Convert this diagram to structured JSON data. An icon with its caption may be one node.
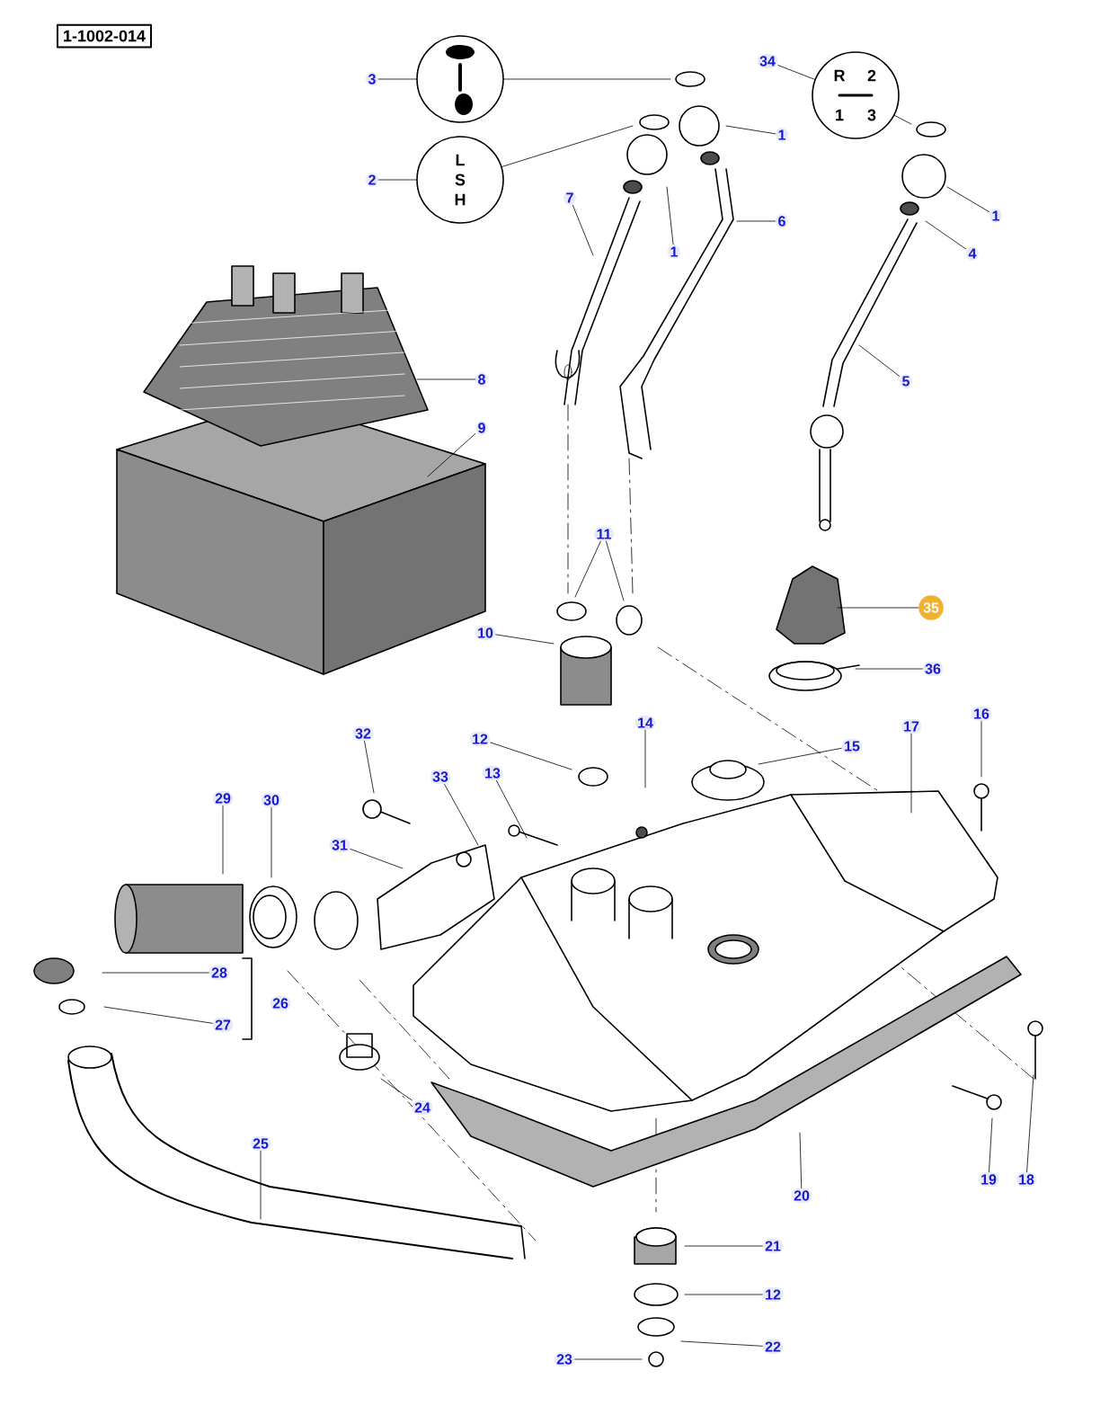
{
  "diagram": {
    "nodes": [
      {
        "text": [
          "1-1002-014"
        ]
      },
      {
        "text": [],
        "shape": "circle"
      },
      {
        "text": [
          "L S H"
        ]
      },
      {
        "text": [
          "R",
          "2",
          "1",
          "3"
        ]
      },
      {
        "text": [
          "3"
        ]
      },
      {
        "text": [
          "2"
        ]
      },
      {
        "text": [
          "34"
        ]
      },
      {
        "text": [
          "1"
        ]
      },
      {
        "text": [
          "7"
        ]
      },
      {
        "text": [
          "1"
        ]
      },
      {
        "text": [
          "6"
        ]
      },
      {
        "text": [
          "1"
        ]
      },
      {
        "text": [
          "4"
        ]
      },
      {
        "text": [
          "5"
        ]
      },
      {
        "text": [
          "8"
        ]
      },
      {
        "text": [
          "9"
        ]
      },
      {
        "text": [
          "11"
        ]
      },
      {
        "text": [
          "10"
        ]
      },
      {
        "text": [
          "35"
        ]
      },
      {
        "text": [
          "36"
        ]
      },
      {
        "text": [
          "16"
        ]
      },
      {
        "text": [
          "14"
        ]
      },
      {
        "text": [
          "15"
        ]
      },
      {
        "text": [
          "17"
        ]
      },
      {
        "text": [
          "32"
        ]
      },
      {
        "text": [
          "12"
        ]
      },
      {
        "text": [
          "13"
        ]
      },
      {
        "text": [
          "33"
        ]
      },
      {
        "text": [
          "29"
        ]
      },
      {
        "text": [
          "30"
        ]
      },
      {
        "text": [
          "31"
        ]
      },
      {
        "text": [
          "28"
        ]
      },
      {
        "text": [
          "27"
        ]
      },
      {
        "text": [
          "24"
        ]
      },
      {
        "text": [
          "25"
        ]
      },
      {
        "text": [
          "20"
        ]
      },
      {
        "text": [
          "19"
        ]
      },
      {
        "text": [
          "18"
        ]
      },
      {
        "text": [
          "21"
        ]
      },
      {
        "text": [
          "12"
        ]
      },
      {
        "text": [
          "22"
        ]
      },
      {
        "text": [
          "23"
        ]
      }
    ],
    "edges": [
      {
        "from": 4,
        "to": 1,
        "arrow": "none"
      },
      {
        "from": 5,
        "to": 2,
        "arrow": "none"
      },
      {
        "from": 6,
        "to": 3,
        "arrow": "none"
      },
      {
        "from": 1,
        "to": null,
        "arrow": "none"
      },
      {
        "from": 2,
        "to": null,
        "arrow": "none"
      },
      {
        "from": 3,
        "to": null,
        "arrow": "none"
      },
      {
        "from": 7,
        "to": null,
        "arrow": "none"
      },
      {
        "from": 8,
        "to": null,
        "arrow": "none"
      },
      {
        "from": 9,
        "to": null,
        "arrow": "none"
      },
      {
        "from": 10,
        "to": null,
        "arrow": "none"
      },
      {
        "from": 11,
        "to": null,
        "arrow": "none"
      },
      {
        "from": 12,
        "to": null,
        "arrow": "none"
      },
      {
        "from": 13,
        "to": null,
        "arrow": "none"
      },
      {
        "from": 14,
        "to": null,
        "arrow": "none"
      },
      {
        "from": 15,
        "to": null,
        "arrow": "none"
      },
      {
        "from": 16,
        "to": null,
        "arrow": "none"
      },
      {
        "from": 16,
        "to": null,
        "arrow": "none"
      },
      {
        "from": 17,
        "to": null,
        "arrow": "none"
      },
      {
        "from": 18,
        "to": null,
        "arrow": "none"
      },
      {
        "from": 19,
        "to": null,
        "arrow": "none"
      },
      {
        "from": 20,
        "to": null,
        "arrow": "none"
      },
      {
        "from": 21,
        "to": null,
        "arrow": "none"
      },
      {
        "from": 22,
        "to": null,
        "arrow": "none"
      },
      {
        "from": 23,
        "to": null,
        "arrow": "none"
      },
      {
        "from": 24,
        "to": null,
        "arrow": "none"
      },
      {
        "from": 25,
        "to": null,
        "arrow": "none"
      },
      {
        "from": 26,
        "to": null,
        "arrow": "none"
      },
      {
        "from": 27,
        "to": null,
        "arrow": "none"
      },
      {
        "from": 28,
        "to": null,
        "arrow": "none"
      },
      {
        "from": 29,
        "to": null,
        "arrow": "none"
      },
      {
        "from": 30,
        "to": null,
        "arrow": "none"
      },
      {
        "from": 31,
        "to": null,
        "arrow": "none"
      },
      {
        "from": 32,
        "to": null,
        "arrow": "none"
      },
      {
        "from": 33,
        "to": null,
        "arrow": "none"
      },
      {
        "from": 34,
        "to": null,
        "arrow": "none"
      },
      {
        "from": 35,
        "to": null,
        "arrow": "none"
      },
      {
        "from": 36,
        "to": null,
        "arrow": "none"
      },
      {
        "from": 37,
        "to": null,
        "arrow": "none"
      },
      {
        "from": 38,
        "to": null,
        "arrow": "none"
      },
      {
        "from": 39,
        "to": null,
        "arrow": "none"
      },
      {
        "from": 40,
        "to": null,
        "arrow": "none"
      },
      {
        "from": 41,
        "to": null,
        "arrow": "none"
      }
    ],
    "labels": [
      "26"
    ]
  }
}
